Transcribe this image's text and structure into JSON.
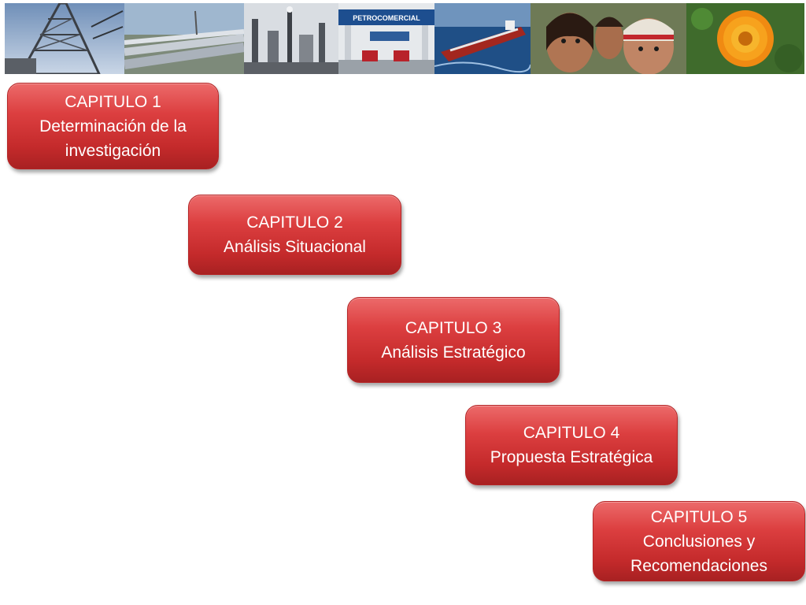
{
  "banner": {
    "gas_station_sign": "PETROCOMERCIAL",
    "photos": [
      "oil-derrick-photo",
      "pipeline-photo",
      "refinery-photo",
      "gas-station-photo",
      "oil-tanker-photo",
      "children-photo",
      "orange-flower-photo"
    ]
  },
  "chapters": [
    {
      "number": "CAPITULO 1",
      "title_lines": [
        "Determinación de la",
        "investigación"
      ]
    },
    {
      "number": "CAPITULO 2",
      "title_lines": [
        "Análisis Situacional"
      ]
    },
    {
      "number": "CAPITULO 3",
      "title_lines": [
        "Análisis Estratégico"
      ]
    },
    {
      "number": "CAPITULO 4",
      "title_lines": [
        "Propuesta Estratégica"
      ]
    },
    {
      "number": "CAPITULO 5",
      "title_lines": [
        "Conclusiones y",
        "Recomendaciones"
      ]
    }
  ],
  "colors": {
    "chapter_fill": "#d83a3b",
    "chapter_text": "#ffffff"
  }
}
